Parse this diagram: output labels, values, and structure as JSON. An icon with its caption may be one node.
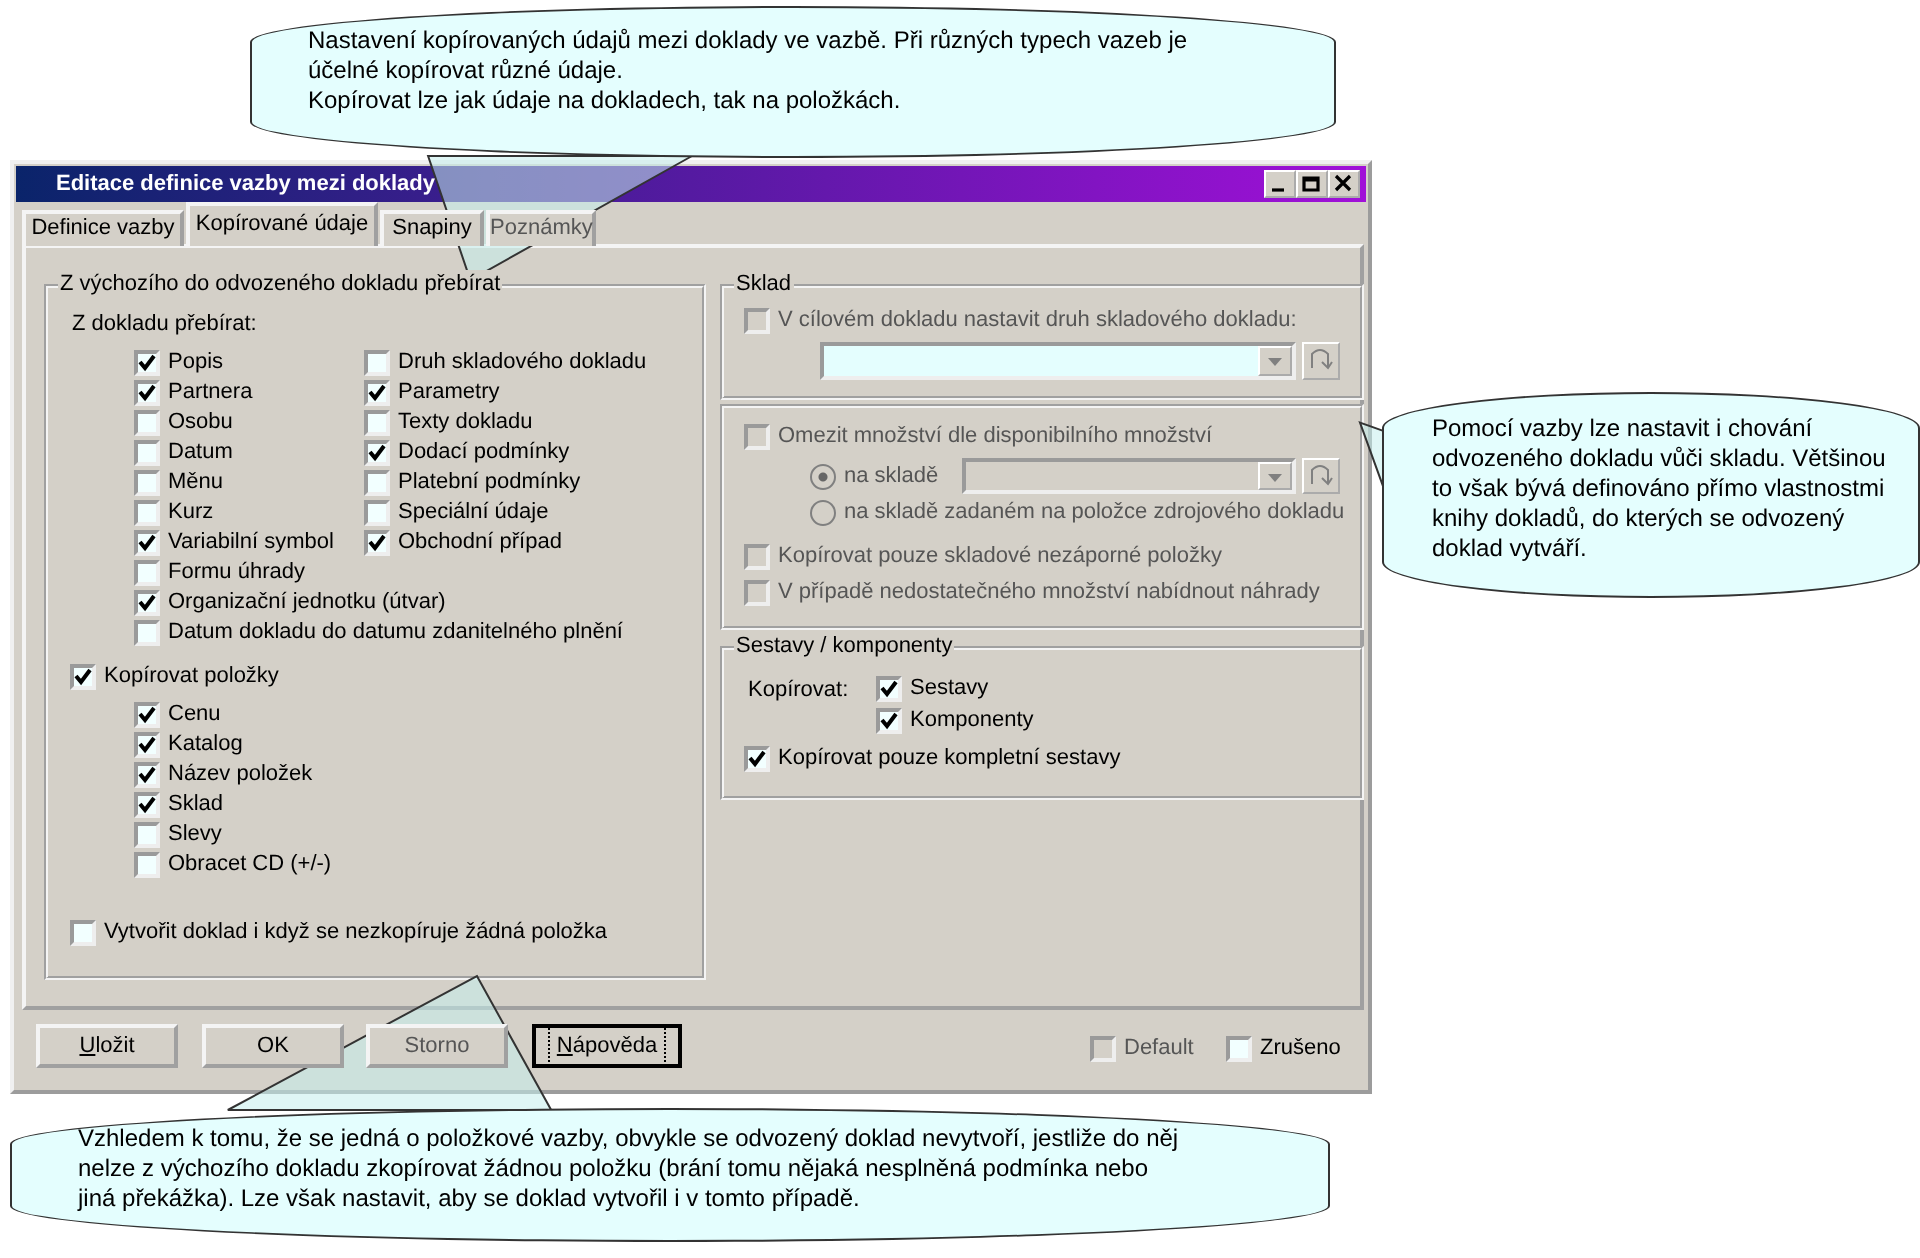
{
  "diagram": {
    "nodes": [
      {
        "text": [
          "Nastavení kopírovaných údajů mezi doklady ve vazbě. Při různých typech vazeb je účelné kopírovat různé údaje.",
          "Kopírovat lze jak údaje na dokladech, tak na položkách."
        ]
      },
      {
        "text": [
          "Editace definice vazby mezi doklady"
        ]
      },
      {
        "text": [
          "Z výchozího do odvozeného dokladu přebírat"
        ],
        "in": 1
      },
      {
        "text": [
          "Sklad"
        ],
        "in": 1
      },
      {
        "text": [],
        "shape": "box",
        "in": 1
      },
      {
        "text": [
          "Sestavy / komponenty"
        ],
        "in": 1
      },
      {
        "text": [
          "Pomocí vazby lze nastavit i chování odvozeného dokladu vůči skladu. Většinou to však bývá definováno přímo vlastnostmi knihy dokladů, do kterých se odvozený doklad vytváří."
        ]
      },
      {
        "text": [
          "Vzhledem k tomu, že se jedná o položkové vazby, obvykle se odvozený doklad nevytvoří, jestliže do něj nelze z výchozího dokladu zkopírovat žádnou položku (brání tomu nějaká nesplněná podmínka nebo jiná překážka). Lze však nastavit, aby se doklad vytvořil i v tomto případě."
        ]
      }
    ],
    "edges": [
      {
        "from": 0,
        "to": 2,
        "arrow": "none"
      },
      {
        "from": 6,
        "to": 4,
        "arrow": "none"
      },
      {
        "from": 7,
        "to": 2,
        "arrow": "none"
      }
    ],
    "labels": [
      "Definice vazby",
      "Kopírované údaje",
      "Snapiny",
      "Poznámky",
      "Z dokladu přebírat:",
      "Popis",
      "Druh skladového dokladu",
      "Partnera",
      "Parametry",
      "Osobu",
      "Texty dokladu",
      "Datum",
      "Dodací podmínky",
      "Měnu",
      "Platební podmínky",
      "Kurz",
      "Speciální údaje",
      "Variabilní symbol",
      "Obchodní případ",
      "Formu úhrady",
      "Organizační jednotku (útvar)",
      "Datum dokladu do datumu zdanitelného plnění",
      "Kopírovat položky",
      "Cenu",
      "Katalog",
      "Název položek",
      "Sklad",
      "Slevy",
      "Obracet CD (+/-)",
      "Vytvořit doklad i když se nezkopíruje žádná položka",
      "V cílovém dokladu nastavit druh skladového dokladu:",
      "Omezit množství dle disponibilního množství",
      "na skladě",
      "na skladě zadaném na položce zdrojového dokladu",
      "Kopírovat pouze skladové nezáporné položky",
      "V případě nedostatečného množství nabídnout náhrady",
      "Kopírovat:",
      "Sestavy",
      "Komponenty",
      "Kopírovat pouze kompletní sestavy",
      "Uložit",
      "OK",
      "Storno",
      "Nápověda",
      "Default",
      "Zrušeno"
    ]
  }
}
